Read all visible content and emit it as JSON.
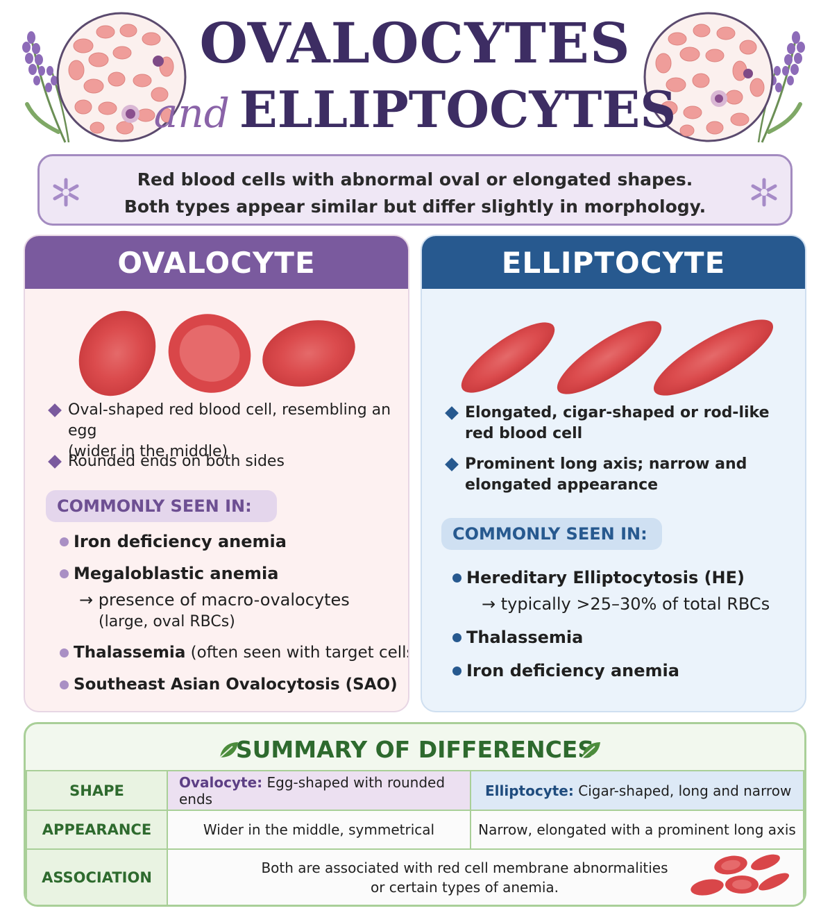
{
  "header": {
    "title_line1": "OVALOCYTES",
    "title_and": "and",
    "title_line2": "ELLIPTOCYTES"
  },
  "intro": {
    "line1": "Red blood cells with abnormal oval or elongated shapes.",
    "line2": "Both types appear similar but differ slightly in morphology."
  },
  "ovalocyte": {
    "heading": "OVALOCYTE",
    "bullets": [
      {
        "line1": "Oval-shaped red blood cell, resembling an egg",
        "line2": "(wider in the middle)"
      },
      {
        "line1": "Rounded ends on both sides"
      }
    ],
    "seen_label": "COMMONLY SEEN IN:",
    "conditions": [
      {
        "name": "Iron deficiency anemia"
      },
      {
        "name": "Megaloblastic anemia",
        "sub1": "→ presence of macro-ovalocytes",
        "sub2": "(large, oval RBCs)"
      },
      {
        "name": "Thalassemia",
        "note": " (often seen with target cells)"
      },
      {
        "name": "Southeast Asian Ovalocytosis (SAO)"
      }
    ]
  },
  "elliptocyte": {
    "heading": "ELLIPTOCYTE",
    "bullets": [
      {
        "line1": "Elongated, cigar-shaped or rod-like",
        "line2": "red blood cell"
      },
      {
        "line1": "Prominent long axis; narrow and",
        "line2": "elongated appearance"
      }
    ],
    "seen_label": "COMMONLY SEEN IN:",
    "conditions": [
      {
        "name": "Hereditary Elliptocytosis (HE)",
        "sub1": "→ typically >25–30% of total RBCs"
      },
      {
        "name": "Thalassemia"
      },
      {
        "name": "Iron deficiency anemia"
      }
    ]
  },
  "summary": {
    "title": "SUMMARY OF DIFFERENCES",
    "rows": [
      {
        "label": "SHAPE",
        "ov_strong": "Ovalocyte:",
        "ov_text": " Egg-shaped with rounded ends",
        "el_strong": "Elliptocyte:",
        "el_text": " Cigar-shaped, long and narrow"
      },
      {
        "label": "APPEARANCE",
        "ov_text": "Wider in the middle, symmetrical",
        "el_text": "Narrow, elongated with a prominent long axis"
      },
      {
        "label": "ASSOCIATION",
        "line1": "Both are associated with red cell membrane abnormalities",
        "line2": "or certain types of anemia."
      }
    ]
  },
  "colors": {
    "purple_dark": "#3d2d63",
    "purple_accent": "#7a5a9e",
    "blue_accent": "#27598f",
    "green_accent": "#2e6a2e",
    "cell_red": "#d94a4c"
  },
  "icons": [
    "microscope-smear-illustration",
    "lavender-sprig-icon",
    "asterisk-flower-icon",
    "leaf-icon",
    "red-blood-cell-illustration"
  ]
}
